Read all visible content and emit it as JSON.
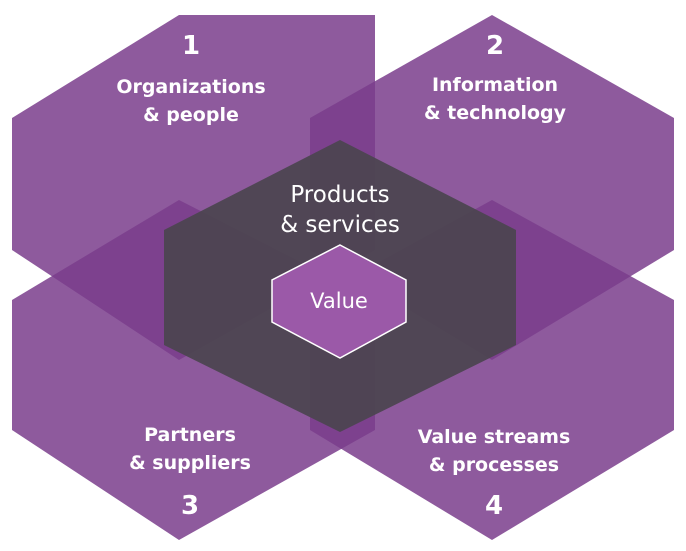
{
  "dimensions": [
    {
      "number": "1",
      "line1": "Organizations",
      "line2": "& people"
    },
    {
      "number": "2",
      "line1": "Information",
      "line2": "& technology"
    },
    {
      "number": "3",
      "line1": "Partners",
      "line2": "& suppliers"
    },
    {
      "number": "4",
      "line1": "Value streams",
      "line2": "& processes"
    }
  ],
  "center": {
    "line1": "Products",
    "line2": "& services"
  },
  "core": {
    "label": "Value"
  },
  "colors": {
    "dimension_fill": "#8a5597",
    "overlap": "#6a2a78",
    "center_fill": "#4b4550",
    "value_fill": "#9b59a8",
    "value_stroke": "#ffffff"
  }
}
